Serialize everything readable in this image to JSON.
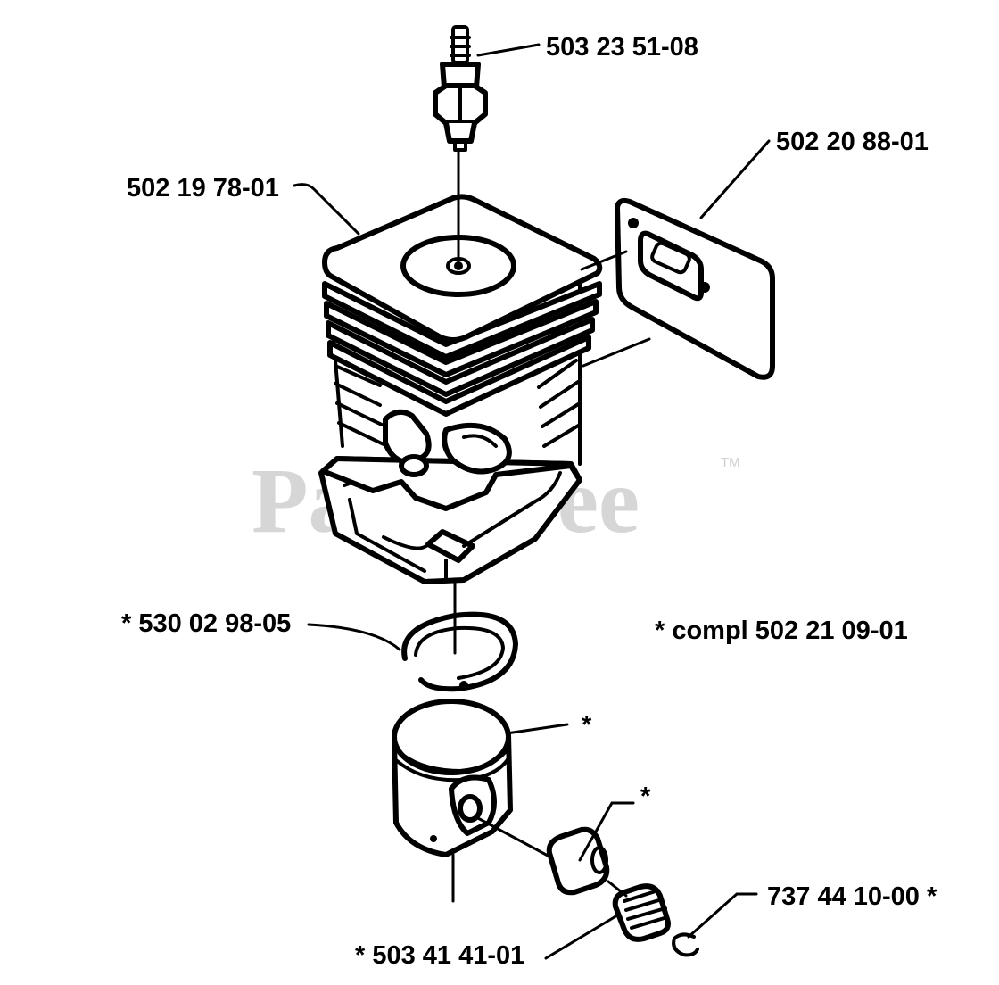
{
  "watermark": {
    "text": "PartsTree",
    "trademark": "TM"
  },
  "parts": [
    {
      "id": "spark-plug",
      "number": "503 23 51-08"
    },
    {
      "id": "cylinder",
      "number": "502 19 78-01"
    },
    {
      "id": "exhaust-gasket",
      "number": "502 20 88-01"
    },
    {
      "id": "piston-ring",
      "number": "* 530 02 98-05"
    },
    {
      "id": "piston-kit-note",
      "number": "* compl 502 21 09-01"
    },
    {
      "id": "piston",
      "number": "*"
    },
    {
      "id": "piston-pin",
      "number": "*"
    },
    {
      "id": "needle-bearing",
      "number": "737 44 10-00 *"
    },
    {
      "id": "circlip",
      "number": "* 503 41 41-01"
    }
  ]
}
